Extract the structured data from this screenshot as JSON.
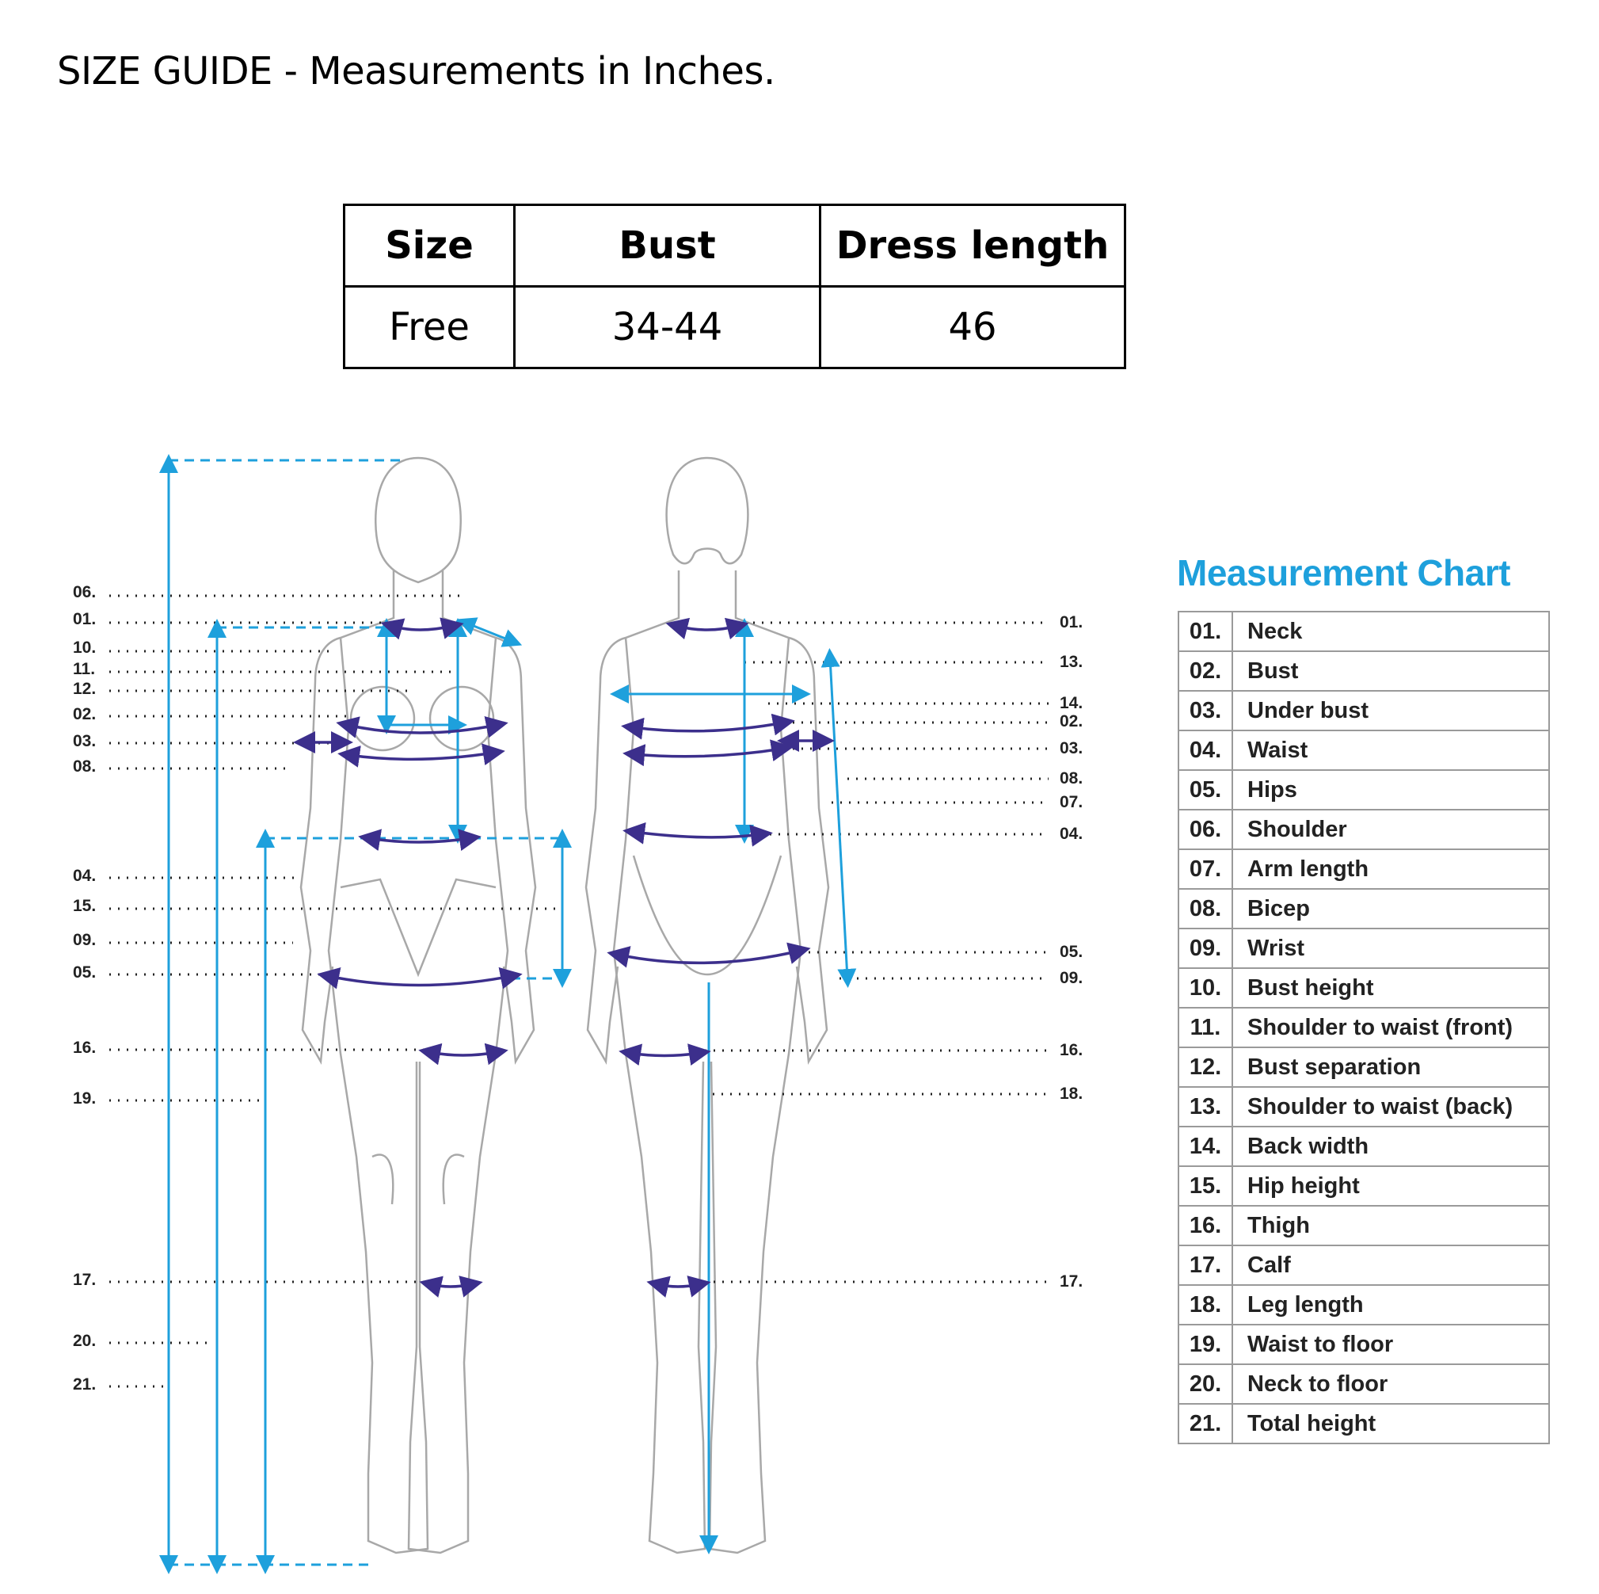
{
  "header": {
    "title": "SIZE GUIDE - Measurements in Inches."
  },
  "size_table": {
    "headers": [
      "Size",
      "Bust",
      "Dress length"
    ],
    "rows": [
      [
        "Free",
        "34-44",
        "46"
      ]
    ]
  },
  "measurement_chart": {
    "title": "Measurement Chart",
    "items": [
      {
        "num": "01.",
        "label": "Neck"
      },
      {
        "num": "02.",
        "label": "Bust"
      },
      {
        "num": "03.",
        "label": "Under bust"
      },
      {
        "num": "04.",
        "label": "Waist"
      },
      {
        "num": "05.",
        "label": "Hips"
      },
      {
        "num": "06.",
        "label": "Shoulder"
      },
      {
        "num": "07.",
        "label": "Arm length"
      },
      {
        "num": "08.",
        "label": "Bicep"
      },
      {
        "num": "09.",
        "label": "Wrist"
      },
      {
        "num": "10.",
        "label": "Bust height"
      },
      {
        "num": "11.",
        "label": "Shoulder to waist (front)"
      },
      {
        "num": "12.",
        "label": "Bust separation"
      },
      {
        "num": "13.",
        "label": "Shoulder to waist (back)"
      },
      {
        "num": "14.",
        "label": "Back width"
      },
      {
        "num": "15.",
        "label": "Hip height"
      },
      {
        "num": "16.",
        "label": "Thigh"
      },
      {
        "num": "17.",
        "label": "Calf"
      },
      {
        "num": "18.",
        "label": "Leg length"
      },
      {
        "num": "19.",
        "label": "Waist to floor"
      },
      {
        "num": "20.",
        "label": "Neck to floor"
      },
      {
        "num": "21.",
        "label": "Total height"
      }
    ]
  },
  "front_figure_labels": [
    "06.",
    "01.",
    "10.",
    "11.",
    "12.",
    "02.",
    "03.",
    "08.",
    "04.",
    "15.",
    "09.",
    "05.",
    "16.",
    "19.",
    "17.",
    "20.",
    "21."
  ],
  "back_figure_labels": [
    "01.",
    "13.",
    "14.",
    "02.",
    "03.",
    "08.",
    "07.",
    "04.",
    "05.",
    "09.",
    "16.",
    "18.",
    "17."
  ],
  "colors": {
    "accent_blue": "#1ea0dc",
    "measure_purple": "#3c2f8c",
    "outline_gray": "#a8a8a8"
  }
}
